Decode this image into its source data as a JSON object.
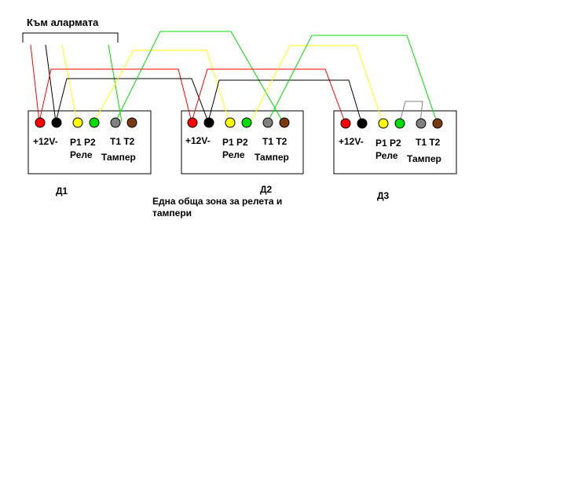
{
  "header_label": "Към алармата",
  "note_line1": "Една обща зона за релета и",
  "note_line2": "тампери",
  "colors": {
    "red": "#ff0000",
    "black": "#000000",
    "yellow": "#ffff00",
    "green": "#00dd00",
    "gray": "#808080",
    "brown": "#7a3a10",
    "jumper": "#808080"
  },
  "devices": [
    {
      "id": "d1",
      "name": "Д1",
      "labels": {
        "power": "+12V-",
        "relay_pins": "P1 P2",
        "relay": "Реле",
        "tamper_pins": "T1 T2",
        "tamper": "Тампер"
      }
    },
    {
      "id": "d2",
      "name": "Д2",
      "labels": {
        "power": "+12V-",
        "relay_pins": "P1 P2",
        "relay": "Реле",
        "tamper_pins": "T1 T2",
        "tamper": "Тампер"
      }
    },
    {
      "id": "d3",
      "name": "Д3",
      "labels": {
        "power": "+12V-",
        "relay_pins": "P1 P2",
        "relay": "Реле",
        "tamper_pins": "T1 T2",
        "tamper": "Тампер"
      }
    }
  ]
}
